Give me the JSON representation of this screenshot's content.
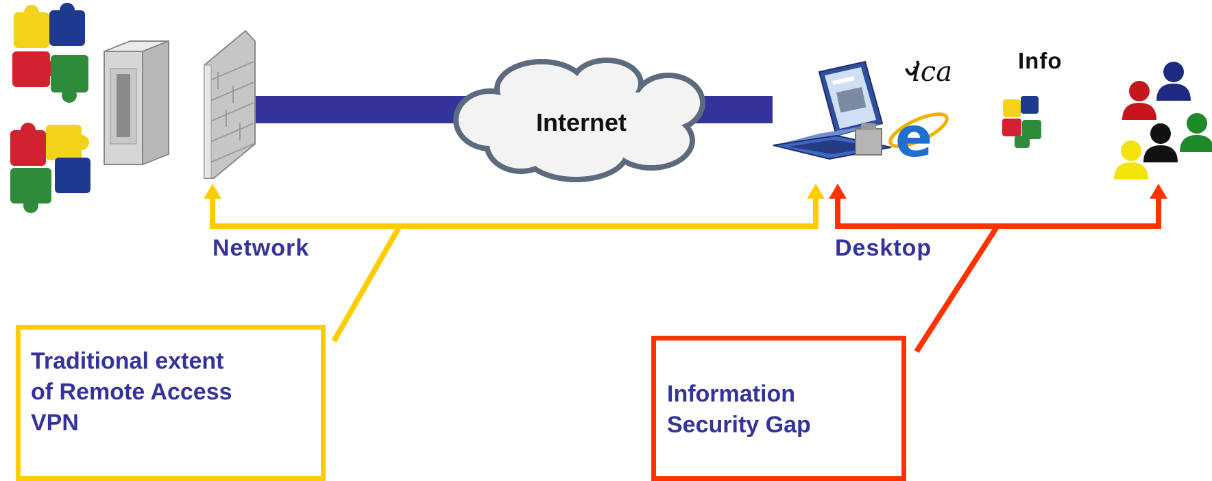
{
  "labels": {
    "internet": "Internet",
    "ica": "ica",
    "info": "Info",
    "network": "Network",
    "desktop": "Desktop"
  },
  "boxes": {
    "vpn": "Traditional extent\nof Remote Access\nVPN",
    "gap": "Information\nSecurity Gap"
  },
  "colors": {
    "yellow_bracket": "#ffcc00",
    "red_bracket": "#ff3300",
    "pipe": "#333399",
    "label_text": "#333399"
  },
  "icons": [
    "puzzle-pieces-icon",
    "server-icon",
    "firewall-icon",
    "internet-cloud-icon",
    "laptop-icon",
    "ica-logo",
    "internet-explorer-icon",
    "info-puzzle-icon",
    "user-group-icon"
  ]
}
